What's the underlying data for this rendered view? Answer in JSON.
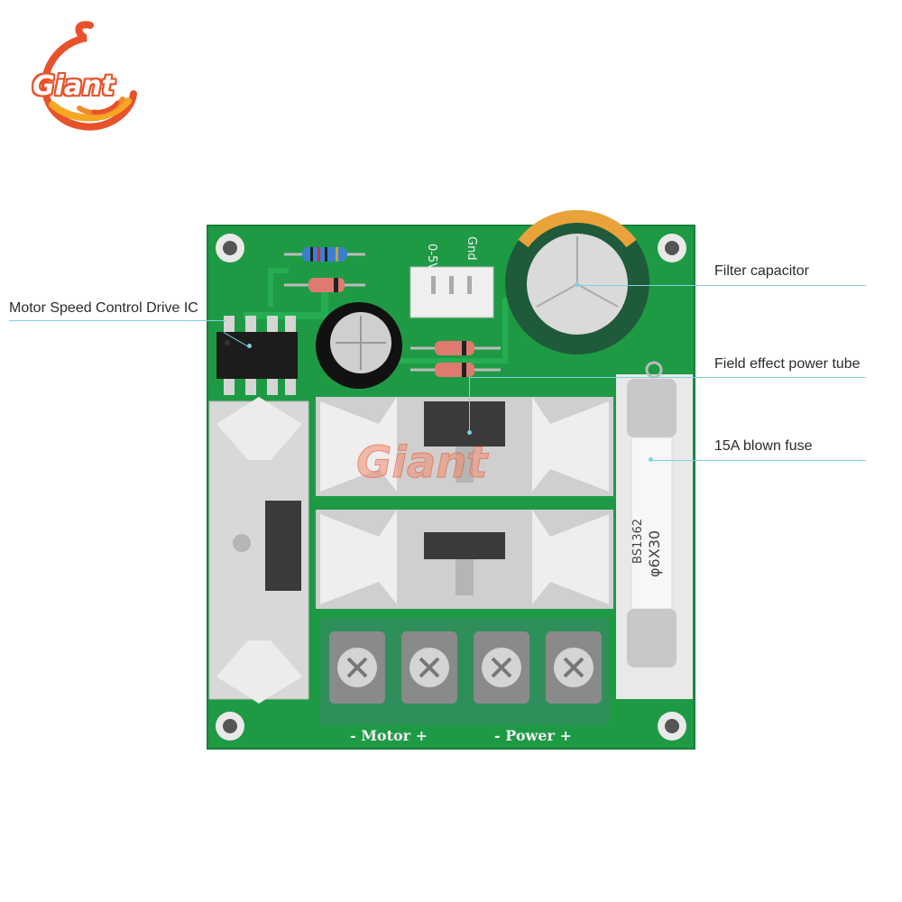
{
  "logo": {
    "text": "Giant",
    "colors": {
      "red": "#e8522a",
      "orange": "#f5a623"
    }
  },
  "callouts": {
    "motor_ic": "Motor Speed Control Drive IC",
    "filter_capacitor": "Filter capacitor",
    "fet": "Field effect power tube",
    "fuse": "15A blown fuse"
  },
  "board": {
    "connector_top": "0-5V",
    "connector_gnd": "Gnd",
    "fuse_code": "BS1362",
    "fuse_size": "φ6X30",
    "motor_terminal": "- Motor +",
    "power_terminal": "- Power +",
    "watermark": "Giant",
    "colors": {
      "pcb": "#1e9a45",
      "heatsink": "#d8d8d8",
      "terminal": "#2f8f5a",
      "accent_line": "#7fd0e6"
    }
  }
}
